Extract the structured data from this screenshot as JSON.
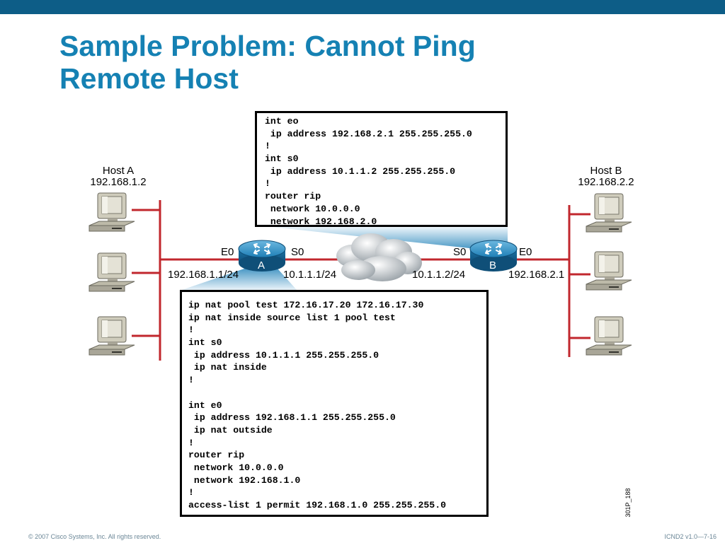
{
  "colors": {
    "top_bar": "#0d5d87",
    "title": "#1581b3",
    "network_line": "#c1272d",
    "router_blue": "#1f7fb6",
    "footer_text": "#6a8696"
  },
  "title": {
    "line1": "Sample Problem: Cannot Ping",
    "line2": "Remote Host"
  },
  "hosts": {
    "a": {
      "name": "Host A",
      "ip": "192.168.1.2"
    },
    "b": {
      "name": "Host B",
      "ip": "192.168.2.2"
    }
  },
  "routers": {
    "a": {
      "letter": "A",
      "e0": "E0",
      "s0": "S0",
      "e0_ip": "192.168.1.1/24",
      "s0_ip": "10.1.1.1/24"
    },
    "b": {
      "letter": "B",
      "e0": "E0",
      "s0": "S0",
      "e0_ip": "192.168.2.1",
      "s0_ip": "10.1.1.2/24"
    }
  },
  "config_b": [
    "int eo",
    " ip address 192.168.2.1 255.255.255.0",
    "!",
    "int s0",
    " ip address 10.1.1.2 255.255.255.0",
    "!",
    "router rip",
    " network 10.0.0.0",
    " network 192.168.2.0"
  ],
  "config_a": [
    "ip nat pool test 172.16.17.20 172.16.17.30",
    "ip nat inside source list 1 pool test",
    "!",
    "int s0",
    " ip address 10.1.1.1 255.255.255.0",
    " ip nat inside",
    "!",
    "",
    "int e0",
    " ip address 192.168.1.1 255.255.255.0",
    " ip nat outside",
    "!",
    "router rip",
    " network 10.0.0.0",
    " network 192.168.1.0",
    "!",
    "access-list 1 permit 192.168.1.0 255.255.255.0"
  ],
  "figure_id": "301P_188",
  "footer": {
    "copyright": "© 2007 Cisco Systems, Inc. All rights reserved.",
    "course": "ICND2 v1.0—7-16"
  }
}
